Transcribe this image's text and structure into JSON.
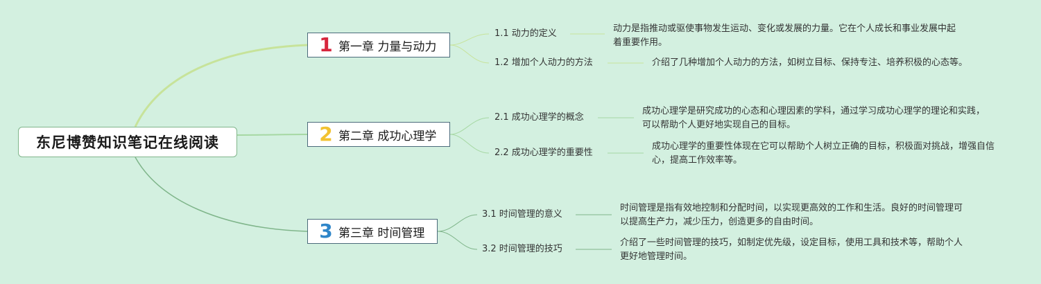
{
  "colors": {
    "background": "#d3f0e0",
    "link_ch1": "#c7e39a",
    "link_ch2": "#a6d8a3",
    "link_ch3": "#7fb58a",
    "num_1": "#d7263d",
    "num_2": "#f2c230",
    "num_3": "#2f86c9"
  },
  "root": {
    "title": "东尼博赞知识笔记在线阅读"
  },
  "chapters": [
    {
      "num": "1",
      "title": "第一章 力量与动力",
      "subs": [
        {
          "label": "1.1 动力的定义",
          "desc": "动力是指推动或驱使事物发生运动、变化或发展的力量。它在个人成长和事业发展中起着重要作用。"
        },
        {
          "label": "1.2 增加个人动力的方法",
          "desc": "介绍了几种增加个人动力的方法，如树立目标、保持专注、培养积极的心态等。"
        }
      ]
    },
    {
      "num": "2",
      "title": "第二章 成功心理学",
      "subs": [
        {
          "label": "2.1 成功心理学的概念",
          "desc": "成功心理学是研究成功的心态和心理因素的学科，通过学习成功心理学的理论和实践，可以帮助个人更好地实现自己的目标。"
        },
        {
          "label": "2.2 成功心理学的重要性",
          "desc": "成功心理学的重要性体现在它可以帮助个人树立正确的目标，积极面对挑战，增强自信心，提高工作效率等。"
        }
      ]
    },
    {
      "num": "3",
      "title": "第三章 时间管理",
      "subs": [
        {
          "label": "3.1 时间管理的意义",
          "desc": "时间管理是指有效地控制和分配时间，以实现更高效的工作和生活。良好的时间管理可以提高生产力，减少压力，创造更多的自由时间。"
        },
        {
          "label": "3.2 时间管理的技巧",
          "desc": "介绍了一些时间管理的技巧，如制定优先级，设定目标，使用工具和技术等，帮助个人更好地管理时间。"
        }
      ]
    }
  ]
}
